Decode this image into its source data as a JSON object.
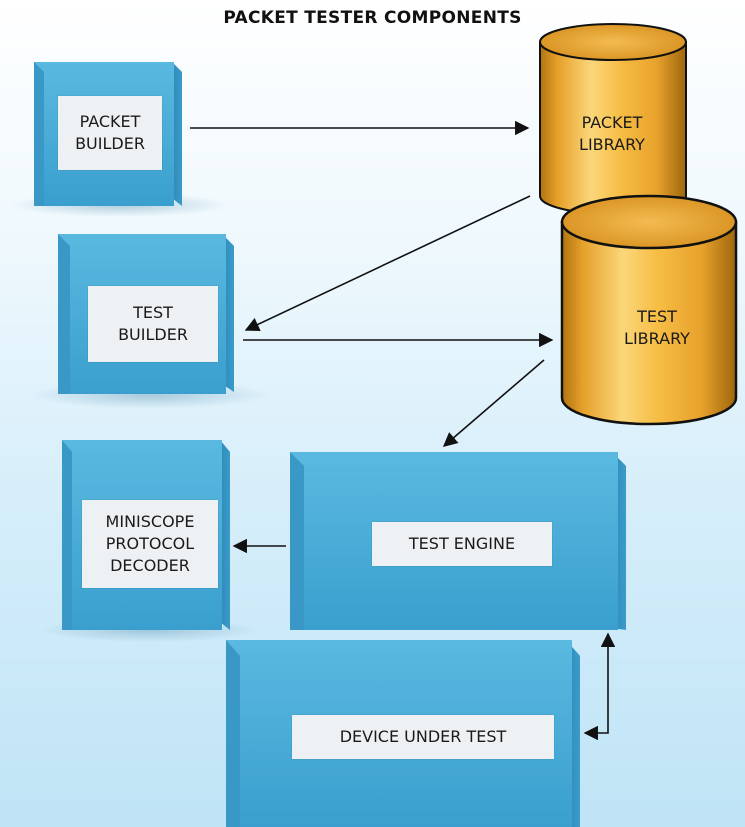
{
  "title": "PACKET TESTER COMPONENTS",
  "nodes": {
    "packet_builder": "PACKET\nBUILDER",
    "test_builder": "TEST\nBUILDER",
    "packet_library": "PACKET\nLIBRARY",
    "test_library": "TEST\nLIBRARY",
    "test_engine": "TEST ENGINE",
    "miniscope": "MINISCOPE\nPROTOCOL\nDECODER",
    "device_under_test": "DEVICE UNDER TEST"
  },
  "colors": {
    "box_front": "#4aaed8",
    "box_top": "#8fd0ea",
    "box_side": "#2f89b8",
    "cylinder": "#f2b335",
    "arrow": "#111111"
  }
}
